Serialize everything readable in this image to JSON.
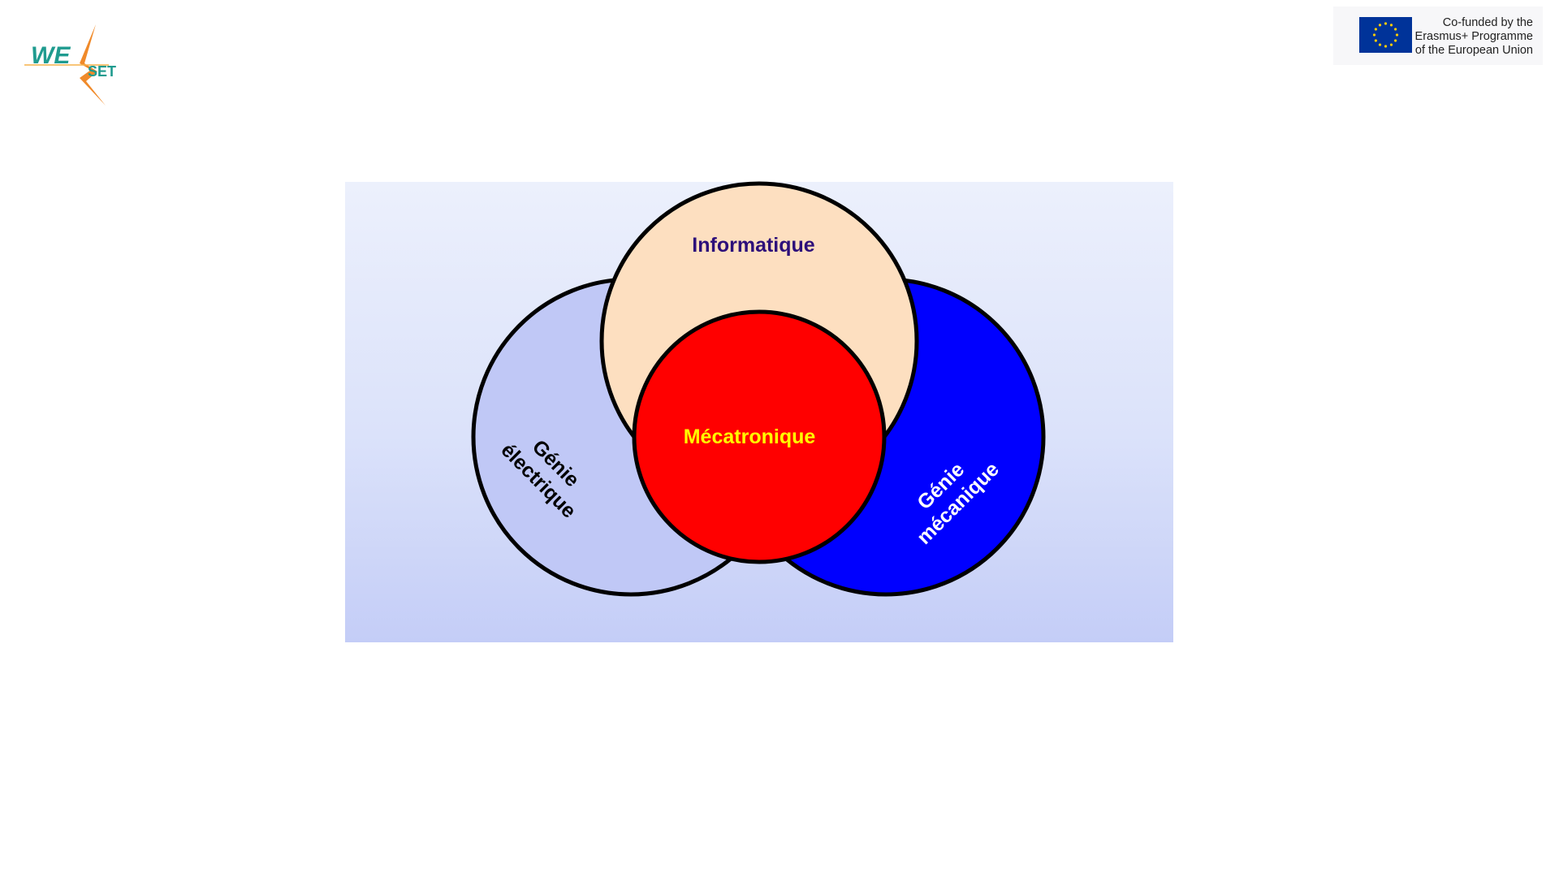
{
  "logo": {
    "name": "WESET",
    "text_we": "WE",
    "text_set": "SET"
  },
  "eu_notice": {
    "line1": "Co-funded by the",
    "line2": "Erasmus+ Programme",
    "line3": "of the European Union",
    "flag_color": "#003399",
    "star_color": "#ffcc00"
  },
  "diagram": {
    "circles": [
      {
        "id": "genie-electrique",
        "label_line1": "Génie",
        "label_line2": "électrique",
        "fill": "#c0c8f6",
        "text_color": "#000000"
      },
      {
        "id": "genie-mecanique",
        "label_line1": "Génie",
        "label_line2": "mécanique",
        "fill": "#0000ff",
        "text_color": "#ffffff"
      },
      {
        "id": "informatique",
        "label": "Informatique",
        "fill": "#fddfc0",
        "text_color": "#2d0f7a"
      },
      {
        "id": "mecatronique",
        "label": "Mécatronique",
        "fill": "#ff0000",
        "text_color": "#ffff00"
      }
    ]
  }
}
